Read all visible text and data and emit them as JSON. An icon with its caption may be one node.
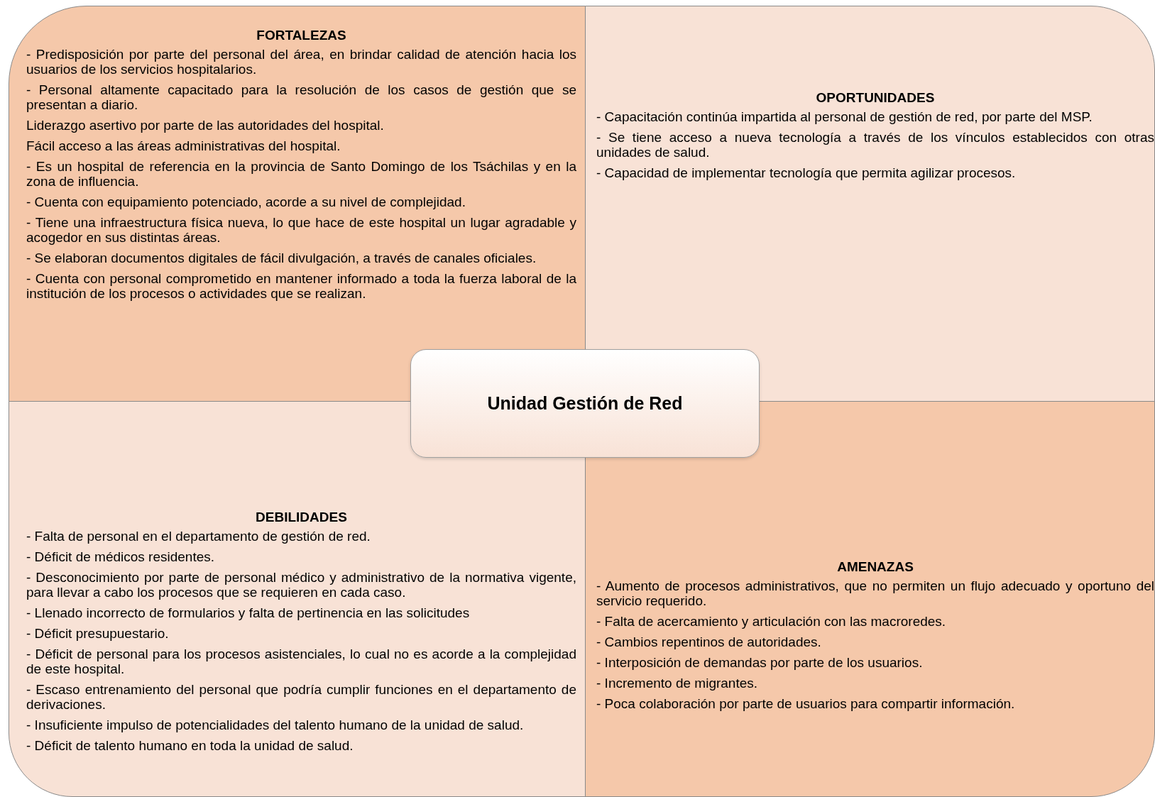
{
  "diagram": {
    "nodes": [
      {
        "text": [
          "FORTALEZAS",
          "- Predisposición por parte del personal del área, en brindar calidad de atención hacia los usuarios de los servicios hospitalarios.",
          "- Personal altamente capacitado para la resolución de los casos de gestión que se presentan a diario.",
          "Liderazgo asertivo por parte de las autoridades del hospital.",
          "Fácil acceso a las áreas administrativas del hospital.",
          "- Es un hospital de referencia en la provincia de Santo Domingo de los Tsáchilas y en la zona de influencia.",
          "- Cuenta con equipamiento potenciado, acorde a su nivel de complejidad.",
          "- Tiene una infraestructura física nueva, lo que hace de este hospital un lugar agradable y acogedor en sus distintas áreas.",
          "- Se elaboran documentos digitales de fácil divulgación, a través de canales oficiales.",
          "- Cuenta con personal comprometido en mantener informado a toda la fuerza laboral de la institución de los procesos o actividades que se realizan."
        ]
      },
      {
        "text": [
          "OPORTUNIDADES",
          "- Capacitación continúa impartida al personal de gestión de red, por parte del MSP.",
          "- Se tiene acceso a nueva tecnología a través de los vínculos establecidos con otras unidades de salud.",
          "- Capacidad de implementar tecnología que permita agilizar procesos."
        ]
      },
      {
        "text": [
          "Unidad Gestión de Red"
        ]
      },
      {
        "text": [
          "DEBILIDADES",
          "- Falta de personal en el departamento de gestión de red.",
          "- Déficit de médicos residentes.",
          "- Desconocimiento por parte de personal médico y administrativo de la normativa vigente, para llevar a cabo los procesos que se requieren en cada caso.",
          "- Llenado incorrecto de formularios y falta de pertinencia en las solicitudes",
          "- Déficit presupuestario.",
          "- Déficit de personal para los procesos asistenciales, lo cual no es acorde a la complejidad de este hospital.",
          "- Escaso entrenamiento del personal que podría cumplir funciones en el departamento de derivaciones.",
          "- Insuficiente impulso de potencialidades del talento humano de la unidad de salud.",
          "- Déficit de talento humano en toda la unidad de salud."
        ]
      },
      {
        "text": [
          "AMENAZAS",
          "- Aumento de procesos administrativos, que no permiten un flujo adecuado y oportuno del servicio requerido.",
          "- Falta de acercamiento y articulación con las macroredes.",
          "- Cambios repentinos de autoridades.",
          "- Interposición de demandas por parte de los usuarios.",
          "- Incremento de migrantes.",
          "- Poca colaboración por parte de usuarios para compartir información."
        ]
      }
    ],
    "edges": []
  }
}
